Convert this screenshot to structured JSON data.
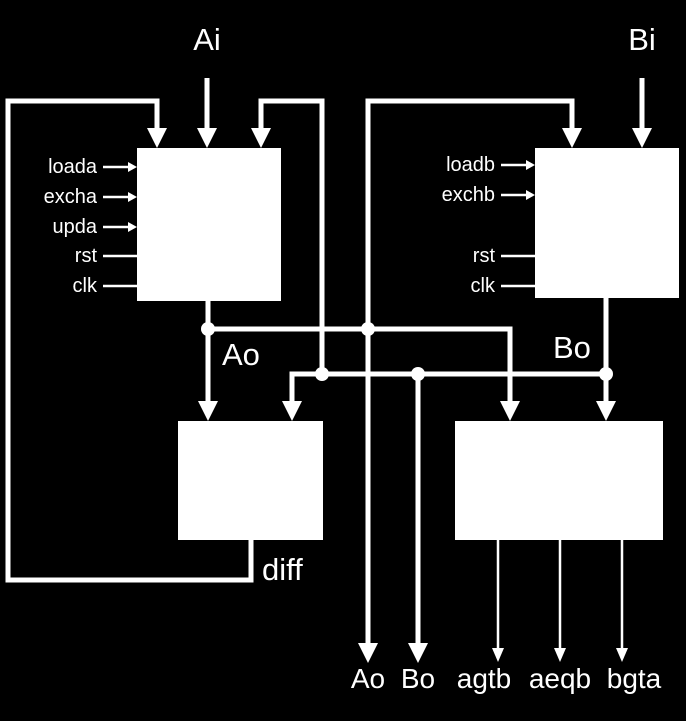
{
  "inputs": {
    "a": "Ai",
    "b": "Bi"
  },
  "register_a": {
    "pins": [
      "loada",
      "excha",
      "upda",
      "rst",
      "clk"
    ]
  },
  "register_b": {
    "pins": [
      "loadb",
      "exchb",
      "rst",
      "clk"
    ]
  },
  "buses": {
    "a_out": "Ao",
    "b_out": "Bo",
    "diff": "diff"
  },
  "outputs": [
    "Ao",
    "Bo",
    "agtb",
    "aeqb",
    "bgta"
  ],
  "colors": {
    "background": "#000000",
    "foreground": "#ffffff"
  }
}
